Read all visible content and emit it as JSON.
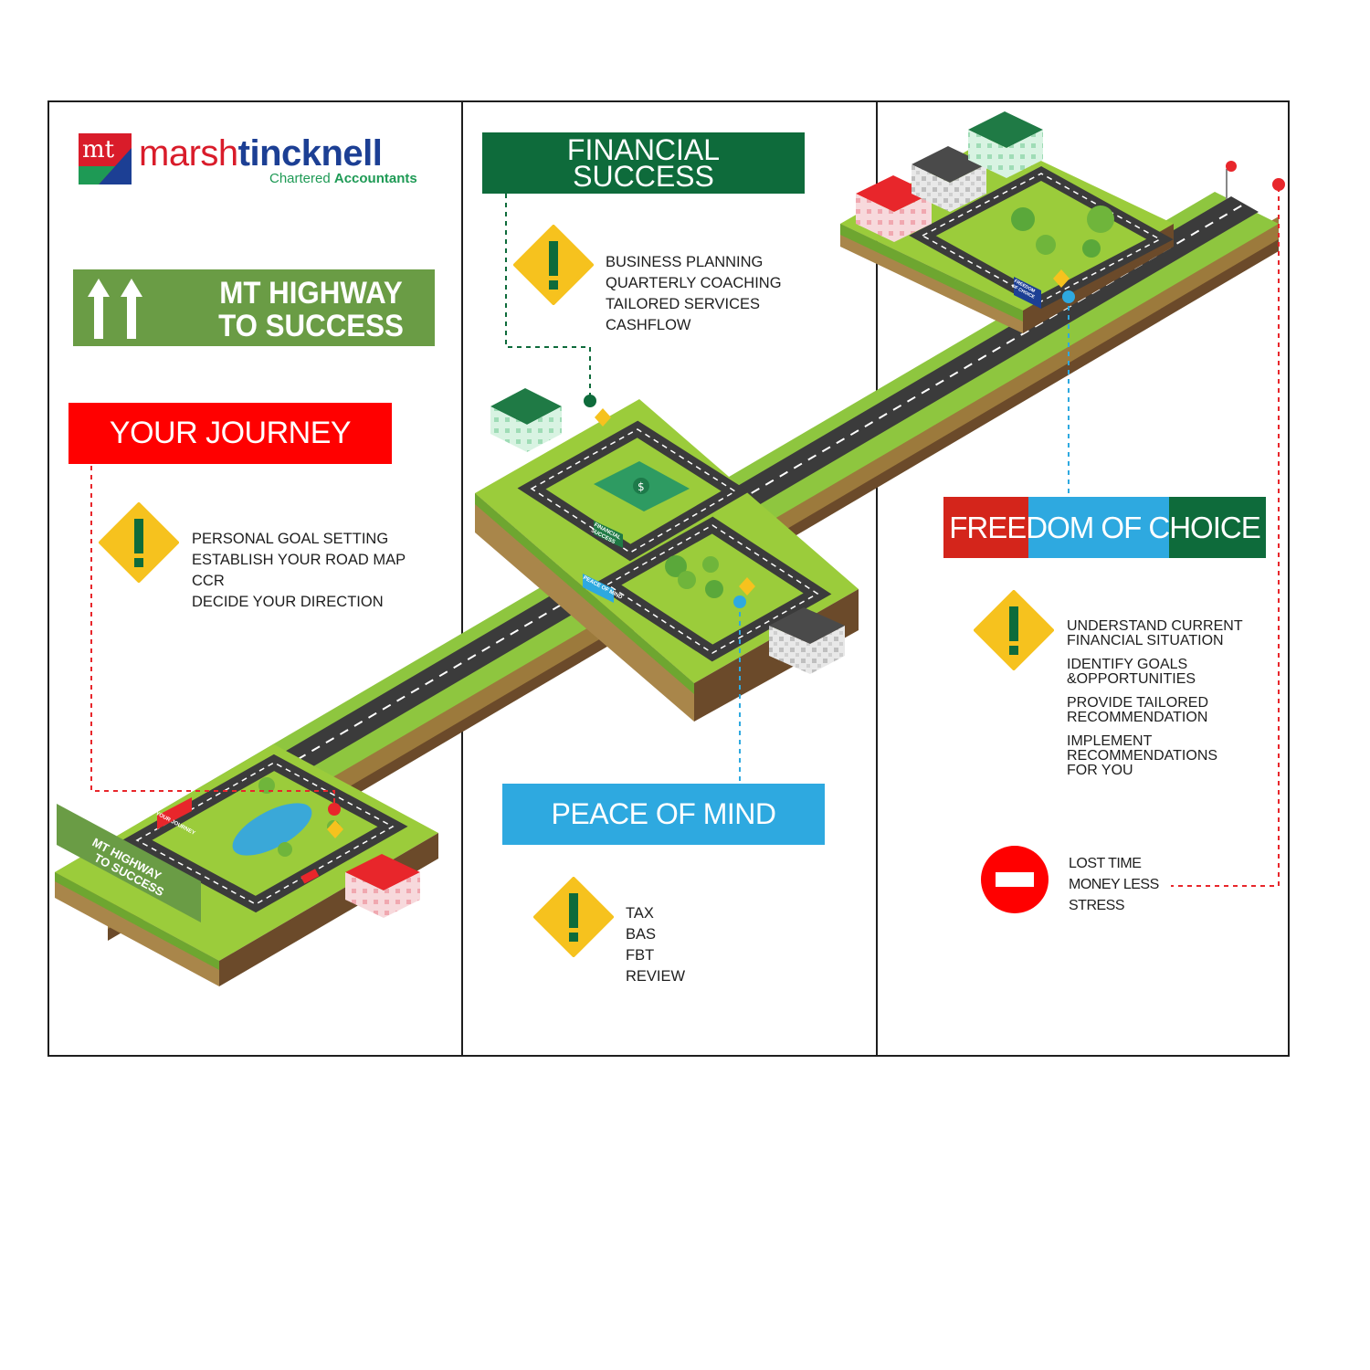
{
  "logo": {
    "mark_letters": "mt",
    "name_part1": "marsh",
    "name_part2": "tincknell",
    "sub_part1": "Chartered",
    "sub_part2": "Accountants"
  },
  "banners": {
    "mt_highway": [
      "MT HIGHWAY",
      "TO SUCCESS"
    ],
    "your_journey": "YOUR JOURNEY",
    "financial_success": [
      "FINANCIAL",
      "SUCCESS"
    ],
    "peace_of_mind": "PEACE OF MIND",
    "freedom_of_choice": "FREEDOM OF CHOICE"
  },
  "lists": {
    "your_journey": [
      "PERSONAL GOAL SETTING",
      "ESTABLISH YOUR ROAD MAP",
      "CCR",
      "DECIDE YOUR DIRECTION"
    ],
    "financial_success": [
      "BUSINESS PLANNING",
      "QUARTERLY COACHING",
      "TAILORED SERVICES",
      "CASHFLOW"
    ],
    "peace_of_mind": [
      "TAX",
      "BAS",
      "FBT",
      "REVIEW"
    ],
    "freedom_of_choice": [
      "UNDERSTAND CURRENT\nFINANCIAL SITUATION",
      "IDENTIFY GOALS\n&OPPORTUNITIES",
      "PROVIDE TAILORED\nRECOMMENDATION",
      "IMPLEMENT\nRECOMMENDATIONS\nFOR YOU"
    ],
    "stop": [
      "LOST TIME",
      "MONEY LESS",
      "STRESS"
    ]
  },
  "map_signs": {
    "start_sign": [
      "MT HIGHWAY",
      "TO SUCCESS"
    ],
    "your_journey_billboard": "YOUR JOURNEY",
    "financial_billboard": [
      "FINANCIAL",
      "SUCCESS"
    ],
    "peace_billboard": "PEACE OF MIND",
    "freedom_billboard": [
      "FREEDOM",
      "OF CHOICE"
    ]
  },
  "colors": {
    "red": "#ff0000",
    "dark_green": "#0e6b3b",
    "light_green": "#6a9c45",
    "blue": "#2ea9e0",
    "grass": "#9bcc3b",
    "road": "#3b3b3b",
    "warning_yellow": "#f6c21e"
  },
  "icons": [
    "warning-icon",
    "stop-icon",
    "up-arrows-icon",
    "dollar-note-icon"
  ]
}
